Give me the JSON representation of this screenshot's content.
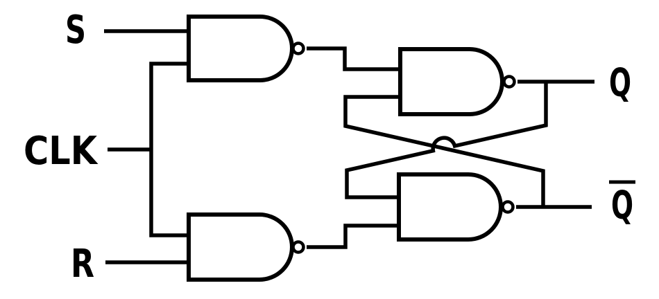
{
  "diagram": {
    "kind": "logic-circuit",
    "labels": {
      "s": "S",
      "clk": "CLK",
      "r": "R",
      "q": "Q",
      "q_bar": "Q"
    },
    "outputs": [
      {
        "name": "Q",
        "overline": false
      },
      {
        "name": "Q-bar",
        "overline": true
      }
    ],
    "gates": [
      {
        "id": "nand-top-left",
        "type": "NAND"
      },
      {
        "id": "nand-bottom-left",
        "type": "NAND"
      },
      {
        "id": "nand-top-right",
        "type": "NAND"
      },
      {
        "id": "nand-bottom-right",
        "type": "NAND"
      }
    ],
    "colors": {
      "line": "#000000",
      "background": "#ffffff"
    }
  }
}
